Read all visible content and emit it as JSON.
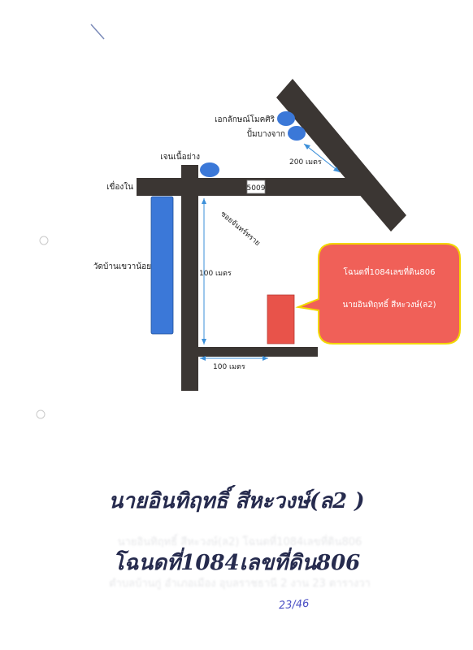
{
  "map": {
    "labels": {
      "temple": "วัดบ้านเขวาน้อย",
      "left_road": "เขื่องใน",
      "soi": "ซอยจันทร์ทราย",
      "place1": "เอกลักษณ์โมคศิริ",
      "place2": "ปั้มบางจาก",
      "place3": "เจนเนื้อย่าง",
      "road_number": "5009"
    },
    "distances": {
      "d1": "200 เมตร",
      "d2": "100 เมตร",
      "d3": "100 เมตร"
    },
    "callout": {
      "line1": "โฉนดที่1084เลขที่ดิน806",
      "line2": "นายอินทิฤทธิ์ สีหะวงษ์(ล2)"
    },
    "colors": {
      "road": "#3b3633",
      "temple": "#3b78d8",
      "marker": "#3b78d8",
      "plot": "#e8534a",
      "callout_fill": "#f06058",
      "callout_border": "#f2d600",
      "measure": "#3b8fd9"
    }
  },
  "titles": {
    "line1": "นายอินทิฤทธิ์ สีหะวงษ์(ล2 )",
    "line2": "โฉนดที่1084เลขที่ดิน806"
  },
  "handwriting": "23/46",
  "ghost_text": {
    "line1": "นายอินทิฤทธิ์ สีหะวงษ์(ล2) โฉนดที่1084เลขที่ดิน806",
    "line2": "ตำบลบ้านกู่ อำเภอเมือง อุบลราชธานี 2 งาน 23 ตารางวา"
  }
}
